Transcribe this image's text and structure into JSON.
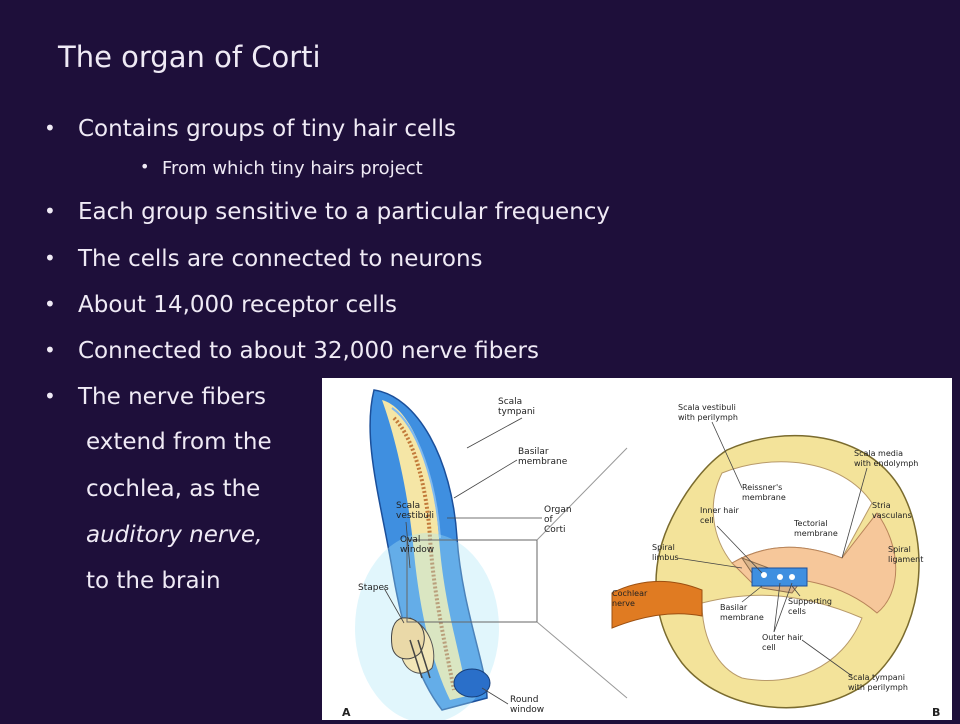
{
  "slide": {
    "title": "The organ of Corti",
    "bullets": [
      "Contains groups of tiny hair cells",
      "From which tiny hairs project",
      "Each group sensitive to a particular frequency",
      "The cells are connected to neurons",
      "About 14,000 receptor cells",
      "Connected to about 32,000 nerve fibers",
      "The nerve fibers"
    ],
    "continuation": [
      "extend from the",
      "cochlea, as the",
      "auditory nerve,",
      "to the brain"
    ]
  },
  "figure": {
    "panel_a_letter": "A",
    "panel_b_letter": "B",
    "labels_a": {
      "scala_tympani": [
        "Scala",
        "tympani"
      ],
      "basilar_membrane": [
        "Basilar",
        "membrane"
      ],
      "organ_of_corti": [
        "Organ",
        "of",
        "Corti"
      ],
      "scala_vestibuli": [
        "Scala",
        "vestibuli"
      ],
      "oval_window": [
        "Oval",
        "window"
      ],
      "stapes": "Stapes",
      "round_window": [
        "Round",
        "window"
      ]
    },
    "labels_b": {
      "scala_vestibuli_perilymph": [
        "Scala vestibuli",
        "with perilymph"
      ],
      "scala_media_endolymph": [
        "Scala media",
        "with endolymph"
      ],
      "reissners_membrane": [
        "Reissner's",
        "membrane"
      ],
      "inner_hair_cell": [
        "Inner hair",
        "cell"
      ],
      "tectorial_membrane": [
        "Tectorial",
        "membrane"
      ],
      "stria_vascularis": [
        "Stria",
        "vasculans"
      ],
      "spiral_limbus": [
        "Spiral",
        "limbus"
      ],
      "spiral_ligament": [
        "Spiral",
        "ligament"
      ],
      "cochlear_nerve": [
        "Cochlear",
        "nerve"
      ],
      "basilar_membrane": [
        "Basilar",
        "membrane"
      ],
      "supporting_cells": [
        "Supporting",
        "cells"
      ],
      "outer_hair_cell": [
        "Outer hair",
        "cell"
      ],
      "scala_tympani_perilymph": [
        "Scala tympani",
        "with perilymph"
      ]
    }
  }
}
